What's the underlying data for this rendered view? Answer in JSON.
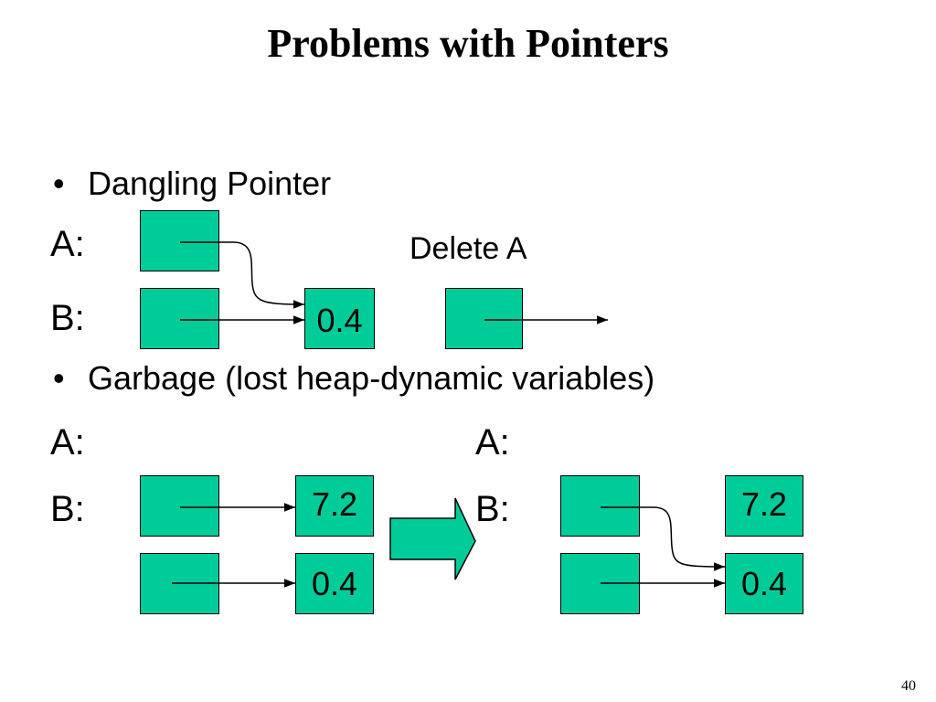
{
  "title": "Problems with Pointers",
  "bullets": {
    "dangling": "Dangling Pointer",
    "garbage": "Garbage (lost heap-dynamic variables)"
  },
  "bullet_char": "•",
  "labels": {
    "a": "A:",
    "b": "B:"
  },
  "dangling": {
    "operation": "Delete  A",
    "value": "0.4"
  },
  "garbage": {
    "before": {
      "value_top": "7.2",
      "value_bottom": "0.4"
    },
    "after": {
      "value_top": "7.2",
      "value_bottom": "0.4"
    }
  },
  "colors": {
    "cell_fill": "#00cc99"
  },
  "page_number": "40"
}
